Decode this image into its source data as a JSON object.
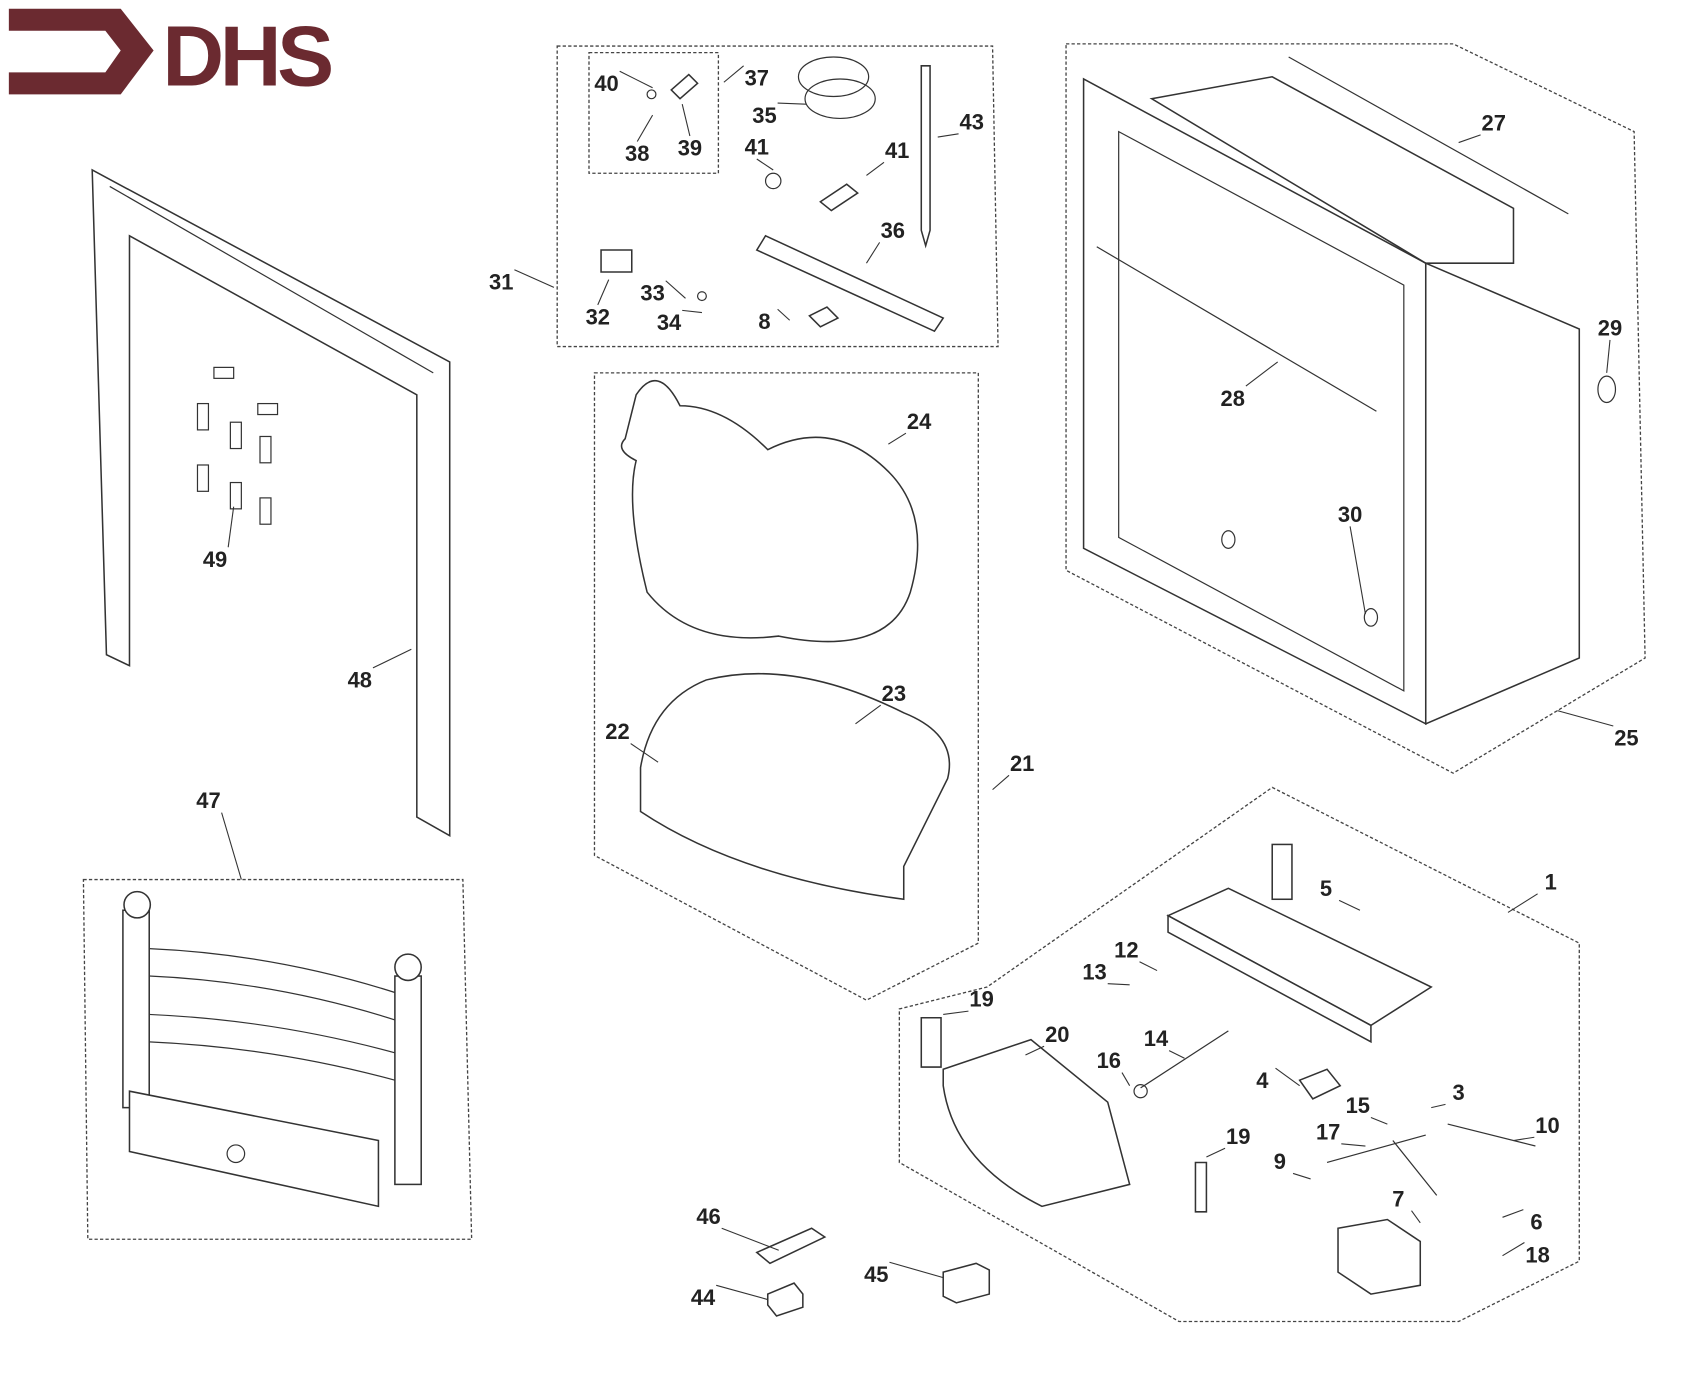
{
  "logo": {
    "text": "DHS",
    "color": "#6b2a30"
  },
  "callouts": [
    "40",
    "37",
    "35",
    "38",
    "39",
    "41",
    "41",
    "43",
    "36",
    "31",
    "32",
    "33",
    "34",
    "8",
    "27",
    "29",
    "28",
    "30",
    "25",
    "24",
    "23",
    "22",
    "21",
    "49",
    "48",
    "47",
    "1",
    "5",
    "12",
    "13",
    "19",
    "20",
    "14",
    "16",
    "4",
    "15",
    "3",
    "17",
    "10",
    "19",
    "9",
    "7",
    "6",
    "18",
    "46",
    "44",
    "45"
  ]
}
